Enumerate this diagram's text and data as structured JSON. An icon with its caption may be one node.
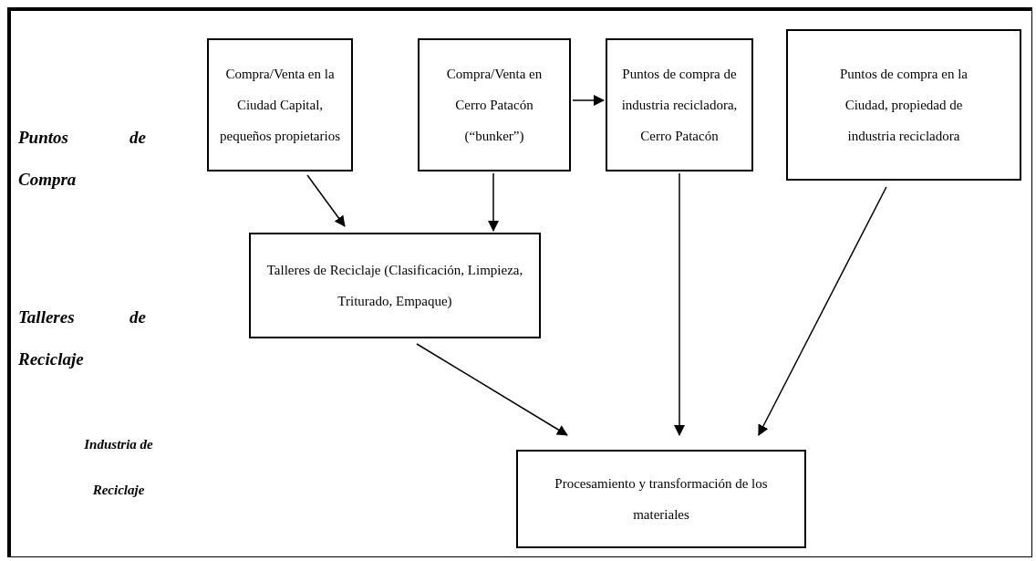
{
  "diagram": {
    "nodes": [
      {
        "text": [
          "Compra/Venta en la Ciudad Capital, pequeños propietarios"
        ]
      },
      {
        "text": [
          "Compra/Venta en Cerro Patacón (“bunker”)"
        ]
      },
      {
        "text": [
          "Puntos de compra de industria recicladora, Cerro Patacón"
        ]
      },
      {
        "text": [
          "Puntos de compra en la Ciudad, propiedad de industria recicladora"
        ]
      },
      {
        "text": [
          "Talleres de Reciclaje (Clasificación, Limpieza, Triturado, Empaque)"
        ]
      },
      {
        "text": [
          "Procesamiento y transformación de los materiales"
        ]
      }
    ],
    "edges": [
      {
        "from": 0,
        "to": 4,
        "arrow": "to"
      },
      {
        "from": 1,
        "to": 4,
        "arrow": "to"
      },
      {
        "from": 1,
        "to": 2,
        "arrow": "to"
      },
      {
        "from": 4,
        "to": 5,
        "arrow": "to"
      },
      {
        "from": 2,
        "to": 5,
        "arrow": "to"
      },
      {
        "from": 3,
        "to": 5,
        "arrow": "to"
      }
    ],
    "labels": [
      "Puntos de Compra",
      "Talleres de Reciclaje",
      "Industria de Reciclaje"
    ]
  }
}
